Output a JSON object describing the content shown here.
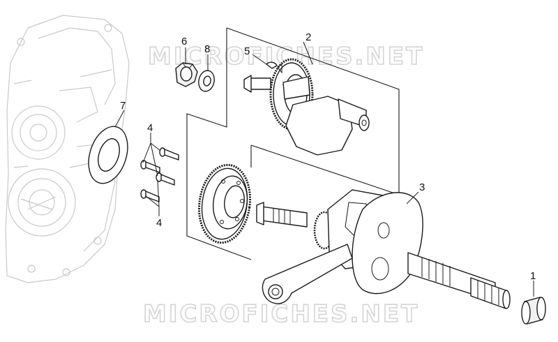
{
  "watermark": {
    "top": "MICROFICHES.NET",
    "bottom": "MICROFICHES.NET"
  },
  "callouts": [
    {
      "id": "c1",
      "label": "1"
    },
    {
      "id": "c2",
      "label": "2"
    },
    {
      "id": "c3",
      "label": "3"
    },
    {
      "id": "c4a",
      "label": "4"
    },
    {
      "id": "c4b",
      "label": "4"
    },
    {
      "id": "c5",
      "label": "5"
    },
    {
      "id": "c6",
      "label": "6"
    },
    {
      "id": "c7",
      "label": "7"
    },
    {
      "id": "c8",
      "label": "8"
    }
  ],
  "colors": {
    "ink": "#1a1a1a",
    "ghost": "#c9c9c9",
    "watermark": "#d4d4d4"
  }
}
